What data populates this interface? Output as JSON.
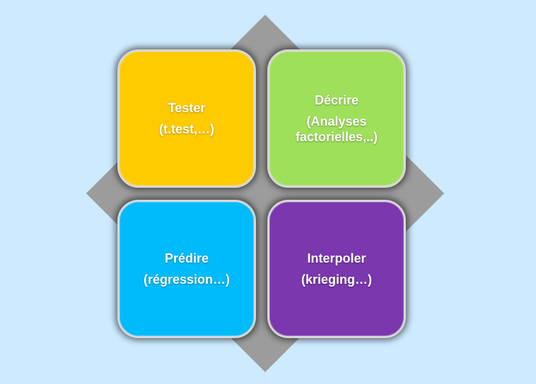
{
  "quadrants": {
    "tester": {
      "title": "Tester",
      "subtitle": "(t.test,…)",
      "color": "#fecb00"
    },
    "decrire": {
      "title": "Décrire",
      "subtitle": "(Analyses\nfactorielles,..)",
      "color": "#9fe05a"
    },
    "predire": {
      "title": "Prédire",
      "subtitle": "(régression…)",
      "color": "#00bbfb"
    },
    "interpoler": {
      "title": "Interpoler",
      "subtitle": "(krieging…)",
      "color": "#7a37ae"
    }
  },
  "background_color": "#cdeafe",
  "diamond_color": "#9c9c9c"
}
